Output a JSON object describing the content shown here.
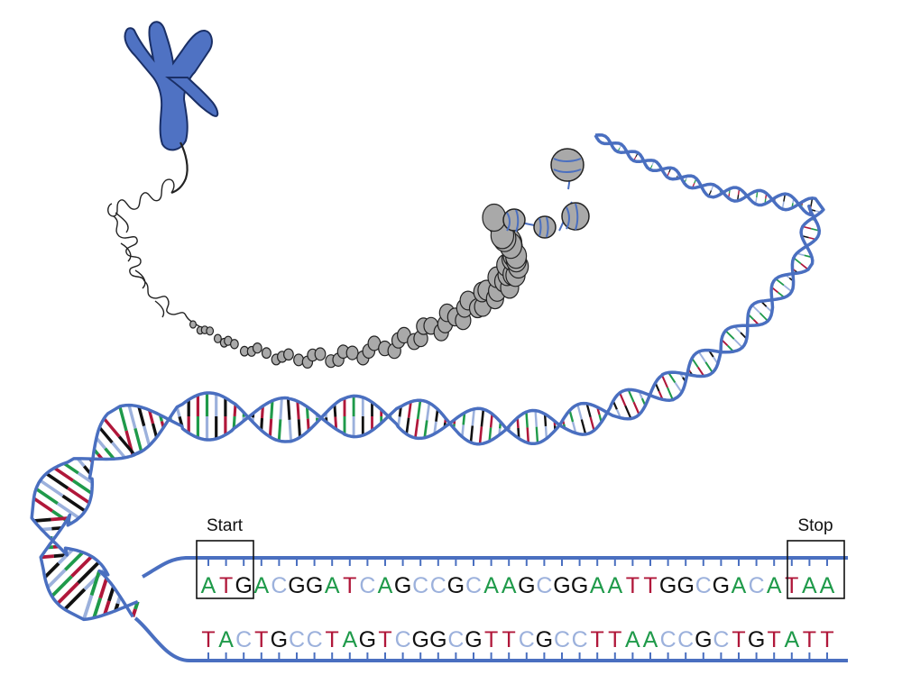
{
  "labels": {
    "start": "Start",
    "stop": "Stop"
  },
  "sequences": {
    "coding": "ATGACGGATCAGCCGCAAGCGGAATTGGCGACATAA",
    "template": "TACTGCCTAGTCGGCGTTCGCCTTAACCGCTGTATT"
  },
  "colors": {
    "backbone": "#4a6fc0",
    "chromosome": "#4f72c3",
    "nucleosome": "#a9a9a9",
    "A": "#1f9a4a",
    "T": "#b0173a",
    "G": "#111111",
    "C": "#9cb1dc"
  }
}
